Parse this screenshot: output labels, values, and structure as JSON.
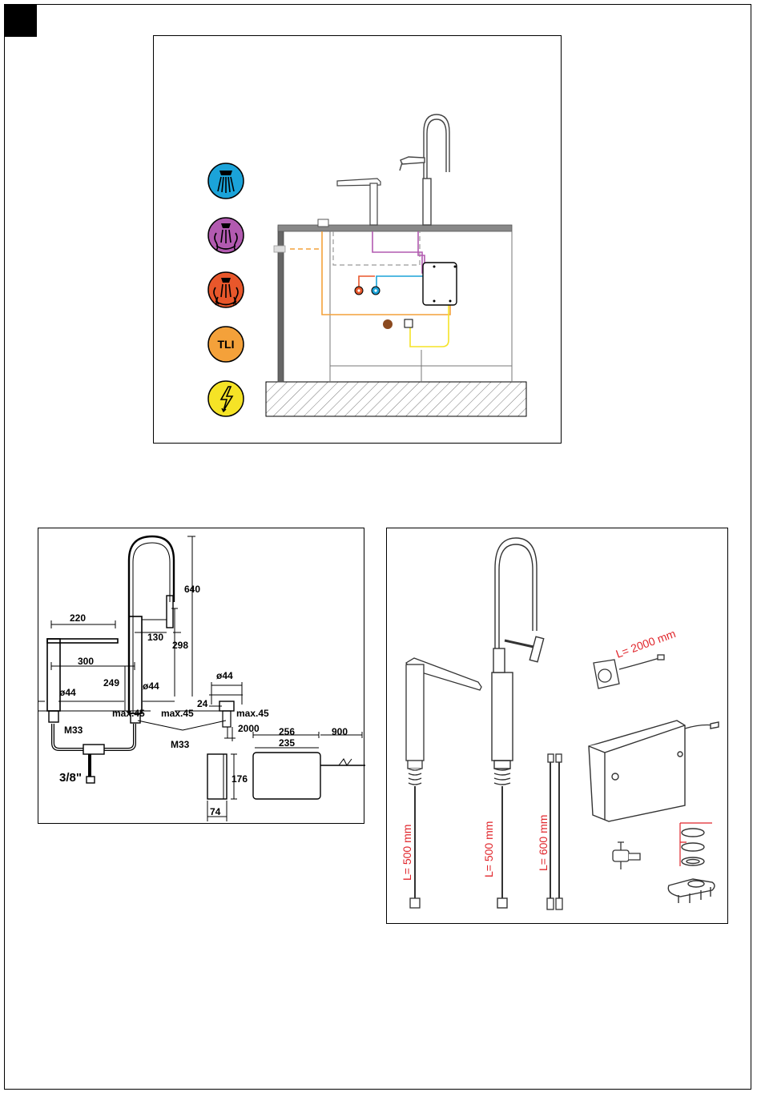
{
  "icons": [
    {
      "name": "cold-water-icon",
      "color": "#1ba3d9"
    },
    {
      "name": "hot-water-icon",
      "color": "#b25ab0"
    },
    {
      "name": "boiling-water-icon",
      "color": "#e8572b"
    },
    {
      "name": "tli-icon",
      "color": "#f4a13a",
      "label": "TLI"
    },
    {
      "name": "electricity-icon",
      "color": "#f5e326"
    }
  ],
  "line_colors": {
    "cold": "#1ba3d9",
    "hot": "#b25ab0",
    "boiling": "#e8572b",
    "tli": "#f4a13a",
    "electric": "#f5e326",
    "connector": "#8b4a1f"
  },
  "dimensions": {
    "spout_height": "640",
    "spout_reach": "220",
    "spacing": "300",
    "handle_offset": "130",
    "body_height": "298",
    "base_height": "249",
    "dia_left": "ø44",
    "dia_mid": "ø44",
    "dia_right": "ø44",
    "max_left": "max.45",
    "max_mid": "max.45",
    "max_right": "max.45",
    "thread_left": "M33",
    "thread_mid": "M33",
    "inlet": "3/8\"",
    "button_height": "24",
    "cable_button": "2000",
    "box_width_outer": "256",
    "box_width_inner": "235",
    "cable_box": "900",
    "box_height": "176",
    "box_depth": "74"
  },
  "parts": {
    "cable_length": "L= 2000 mm",
    "hose_left": "L= 500 mm",
    "hose_mid": "L= 500 mm",
    "hose_right": "L= 600 mm"
  }
}
